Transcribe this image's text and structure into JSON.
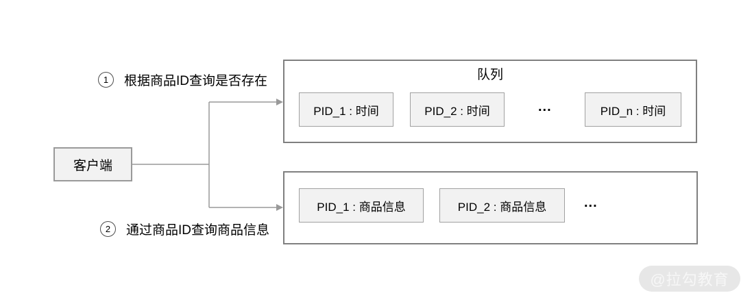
{
  "client": {
    "label": "客户端"
  },
  "annotations": [
    {
      "number": "1",
      "text": "根据商品ID查询是否存在"
    },
    {
      "number": "2",
      "text": "通过商品ID查询商品信息"
    }
  ],
  "queue_container": {
    "title": "队列",
    "items": [
      {
        "label": "PID_1 : 时间",
        "type": "box"
      },
      {
        "label": "PID_2 : 时间",
        "type": "box"
      },
      {
        "label": "...",
        "type": "ellipsis"
      },
      {
        "label": "PID_n : 时间",
        "type": "box"
      }
    ]
  },
  "info_container": {
    "items": [
      {
        "label": "PID_1 : 商品信息",
        "type": "box"
      },
      {
        "label": "PID_2 : 商品信息",
        "type": "box"
      },
      {
        "label": "...",
        "type": "ellipsis"
      }
    ]
  },
  "watermark": {
    "text": "@拉勾教育"
  },
  "colors": {
    "box_fill": "#f2f2f2",
    "box_border": "#a0a0a0",
    "container_border": "#7f7f7f",
    "connector": "#999999",
    "text": "#000000",
    "watermark_bg": "#e7e7e7",
    "watermark_text": "#f7f7f7"
  }
}
